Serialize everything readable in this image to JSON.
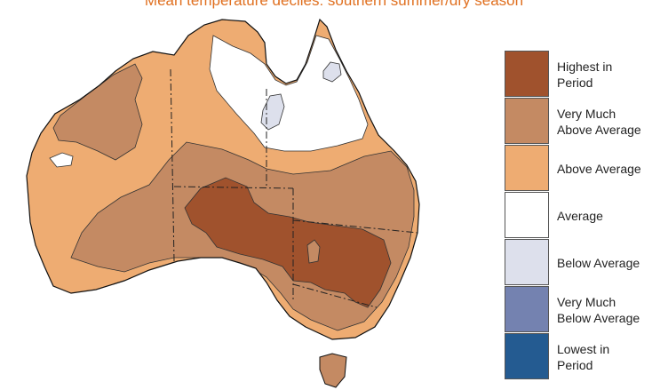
{
  "title": "Mean temperature deciles: southern summer/dry season",
  "legend": [
    {
      "label": "Highest in\nPeriod",
      "color": "#a0522d"
    },
    {
      "label": "Very Much\nAbove Average",
      "color": "#c48a63"
    },
    {
      "label": "Above Average",
      "color": "#eeac72"
    },
    {
      "label": "Average",
      "color": "#ffffff"
    },
    {
      "label": "Below Average",
      "color": "#dde0ec"
    },
    {
      "label": "Very Much\nBelow Average",
      "color": "#7482b0"
    },
    {
      "label": "Lowest in\nPeriod",
      "color": "#245b91"
    }
  ]
}
